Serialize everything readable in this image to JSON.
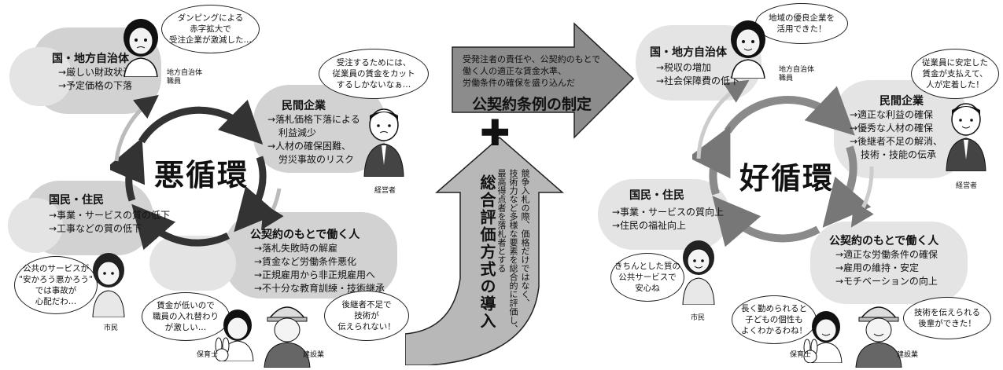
{
  "left": {
    "center_label": "悪循環",
    "government": {
      "title": "国・地方自治体",
      "items": [
        "→厳しい財政状況",
        "→予定価格の下落"
      ],
      "role": [
        "地方自治体",
        "職員"
      ],
      "speech": [
        "ダンピングによる",
        "赤字拡大で",
        "受注企業が激減した…"
      ]
    },
    "company": {
      "title": "民間企業",
      "items": [
        "→落札価格下落による",
        "利益減少",
        "→人材の確保困難、",
        "労災事故のリスク"
      ],
      "role": "経営者",
      "speech": [
        "受注するためには、",
        "従業員の賃金をカット",
        "するしかないなぁ…"
      ]
    },
    "citizens": {
      "title": "国民・住民",
      "items": [
        "→事業・サービスの質の低下",
        "→工事などの質の低下"
      ],
      "role": "市民",
      "speech": [
        "公共のサービスが",
        "\"安かろう悪かろう\"",
        "では事故が",
        "心配だわ…"
      ]
    },
    "workers": {
      "title": "公契約のもとで働く人",
      "items": [
        "→落札失敗時の解雇",
        "→賃金など労働条件悪化",
        "→正規雇用から非正規雇用へ",
        "→不十分な教育訓練・技術継承"
      ],
      "speech_childcare": [
        "賃金が低いので",
        "職員の入れ替わり",
        "が激しい…"
      ],
      "speech_construction": [
        "後継者不足で",
        "技術が",
        "伝えられない！"
      ],
      "role_childcare": "保育士",
      "role_construction": "建設業"
    }
  },
  "middle": {
    "top_arrow": {
      "desc": [
        "受発注者の責任や、公契約のもとで",
        "働く人の適正な賃金水準、",
        "労働条件の確保を盛り込んだ"
      ],
      "title": "公契約条例の制定"
    },
    "plus": "✚",
    "bottom_arrow": {
      "title": "総合評価方式の導入",
      "desc": [
        "競争入札の際、価格だけではなく、",
        "技術力など多様な要素を総合的に評価し、",
        "最高得点者を落札者とする"
      ]
    }
  },
  "right": {
    "center_label": "好循環",
    "government": {
      "title": "国・地方自治体",
      "items": [
        "→税収の増加",
        "→社会保障費の低下"
      ],
      "role": [
        "地方自治体",
        "職員"
      ],
      "speech": [
        "地域の優良企業を",
        "活用できた！"
      ]
    },
    "company": {
      "title": "民間企業",
      "items": [
        "→適正な利益の確保",
        "→優秀な人材の確保",
        "→後継者不足の解消、",
        "技術・技能の伝承"
      ],
      "role": "経営者",
      "speech": [
        "従業員に安定した",
        "賃金が支払えて、",
        "人が定着した！"
      ]
    },
    "citizens": {
      "title": "国民・住民",
      "items": [
        "→事業・サービスの質向上",
        "→住民の福祉向上"
      ],
      "role": "市民",
      "speech": [
        "きちんとした質の",
        "公共サービスで",
        "安心ね"
      ]
    },
    "workers": {
      "title": "公契約のもとで働く人",
      "items": [
        "→適正な労働条件の確保",
        "→雇用の維持・安定",
        "→モチベーションの向上"
      ],
      "speech_childcare": [
        "長く勤められると",
        "子どもの個性も",
        "よくわかるわね！"
      ],
      "speech_construction": [
        "技術を伝えられる",
        "後輩ができた！"
      ],
      "role_childcare": "保育士",
      "role_construction": "建設業"
    }
  }
}
